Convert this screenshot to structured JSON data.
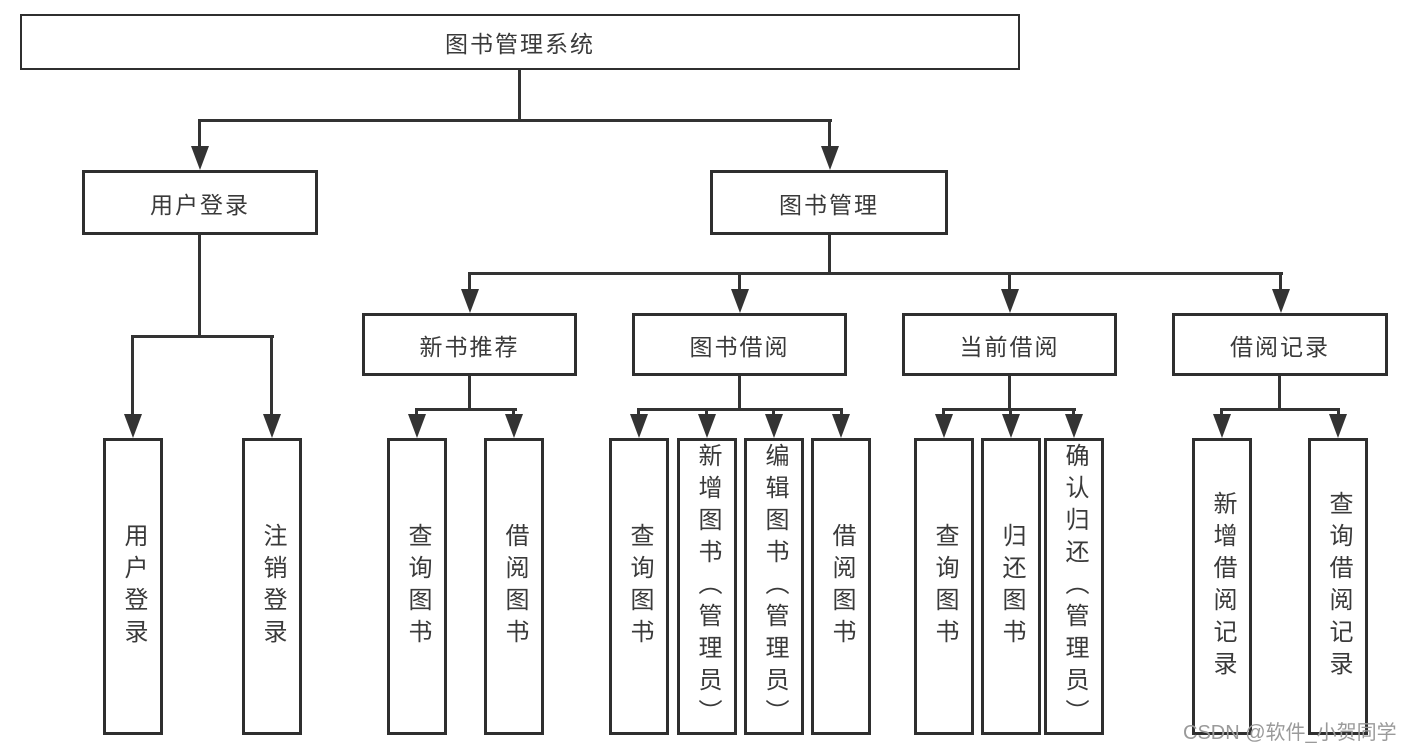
{
  "diagram_title": "图书管理系统",
  "tree": {
    "root": {
      "label": "图书管理系统",
      "children": [
        {
          "label": "用户登录",
          "children": [
            {
              "label": "用户登录"
            },
            {
              "label": "注销登录"
            }
          ]
        },
        {
          "label": "图书管理",
          "children": [
            {
              "label": "新书推荐",
              "children": [
                {
                  "label": "查询图书"
                },
                {
                  "label": "借阅图书"
                }
              ]
            },
            {
              "label": "图书借阅",
              "children": [
                {
                  "label": "查询图书"
                },
                {
                  "label": "新增图书（管理员）"
                },
                {
                  "label": "编辑图书（管理员）"
                },
                {
                  "label": "借阅图书"
                }
              ]
            },
            {
              "label": "当前借阅",
              "children": [
                {
                  "label": "查询图书"
                },
                {
                  "label": "归还图书"
                },
                {
                  "label": "确认归还（管理员）"
                }
              ]
            },
            {
              "label": "借阅记录",
              "children": [
                {
                  "label": "新增借阅记录"
                },
                {
                  "label": "查询借阅记录"
                }
              ]
            }
          ]
        }
      ]
    }
  },
  "watermark": "CSDN @软件_小贺同学",
  "colors": {
    "line": "#333333",
    "box_border": "#2f2f2f",
    "text": "#3a3a3a",
    "watermark": "#9a9a9a",
    "background": "#ffffff"
  }
}
